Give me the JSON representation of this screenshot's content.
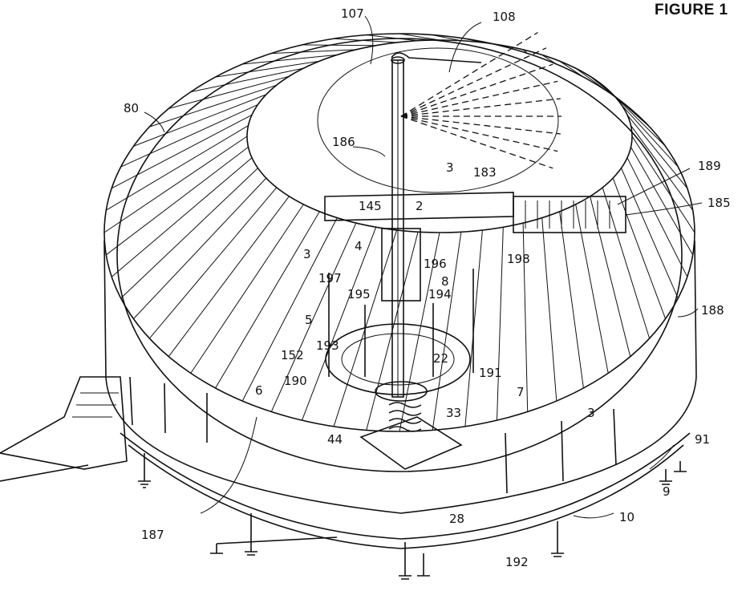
{
  "figure": {
    "title": "FIGURE 1",
    "reference_labels": [
      {
        "id": "r107",
        "text": "107"
      },
      {
        "id": "r108",
        "text": "108"
      },
      {
        "id": "r80",
        "text": "80"
      },
      {
        "id": "r186",
        "text": "186"
      },
      {
        "id": "r3a",
        "text": "3"
      },
      {
        "id": "r183",
        "text": "183"
      },
      {
        "id": "r189",
        "text": "189"
      },
      {
        "id": "r185",
        "text": "185"
      },
      {
        "id": "r145",
        "text": "145"
      },
      {
        "id": "r2",
        "text": "2"
      },
      {
        "id": "r4",
        "text": "4"
      },
      {
        "id": "r3b",
        "text": "3"
      },
      {
        "id": "r198",
        "text": "198"
      },
      {
        "id": "r196",
        "text": "196"
      },
      {
        "id": "r197",
        "text": "197"
      },
      {
        "id": "r8",
        "text": "8"
      },
      {
        "id": "r195",
        "text": "195"
      },
      {
        "id": "r194",
        "text": "194"
      },
      {
        "id": "r188",
        "text": "188"
      },
      {
        "id": "r5",
        "text": "5"
      },
      {
        "id": "r193",
        "text": "193"
      },
      {
        "id": "r152",
        "text": "152"
      },
      {
        "id": "r22",
        "text": "22"
      },
      {
        "id": "r190",
        "text": "190"
      },
      {
        "id": "r191",
        "text": "191"
      },
      {
        "id": "r6",
        "text": "6"
      },
      {
        "id": "r7",
        "text": "7"
      },
      {
        "id": "r33",
        "text": "33"
      },
      {
        "id": "r3c",
        "text": "3"
      },
      {
        "id": "r44",
        "text": "44"
      },
      {
        "id": "r91",
        "text": "91"
      },
      {
        "id": "r9",
        "text": "9"
      },
      {
        "id": "r187",
        "text": "187"
      },
      {
        "id": "r28",
        "text": "28"
      },
      {
        "id": "r10",
        "text": "10"
      },
      {
        "id": "r192",
        "text": "192"
      }
    ]
  }
}
